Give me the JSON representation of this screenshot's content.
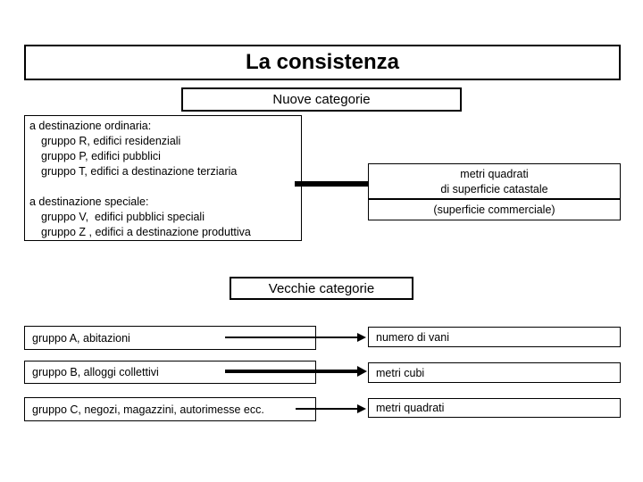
{
  "title": "La consistenza",
  "colors": {
    "text": "#000000",
    "line": "#000000",
    "background": "#ffffff"
  },
  "nuove": {
    "heading": "Nuove categorie",
    "left_box_lines": [
      "a destinazione ordinaria:",
      "gruppo R, edifici residenziali",
      "gruppo P, edifici pubblici",
      "gruppo T, edifici a destinazione terziaria",
      "",
      "a destinazione speciale:",
      "gruppo V,  edifici pubblici speciali",
      "gruppo Z , edifici a destinazione produttiva"
    ],
    "right_box": {
      "line1": "metri quadrati",
      "line2": "di superficie catastale",
      "note": "(superficie commerciale)"
    }
  },
  "vecchie": {
    "heading": "Vecchie categorie",
    "rows": [
      {
        "left": "gruppo A, abitazioni",
        "right": "numero di vani"
      },
      {
        "left": "gruppo B, alloggi collettivi",
        "right": "metri cubi"
      },
      {
        "left": "gruppo C, negozi, magazzini, autorimesse ecc.",
        "right": "metri quadrati"
      }
    ]
  }
}
